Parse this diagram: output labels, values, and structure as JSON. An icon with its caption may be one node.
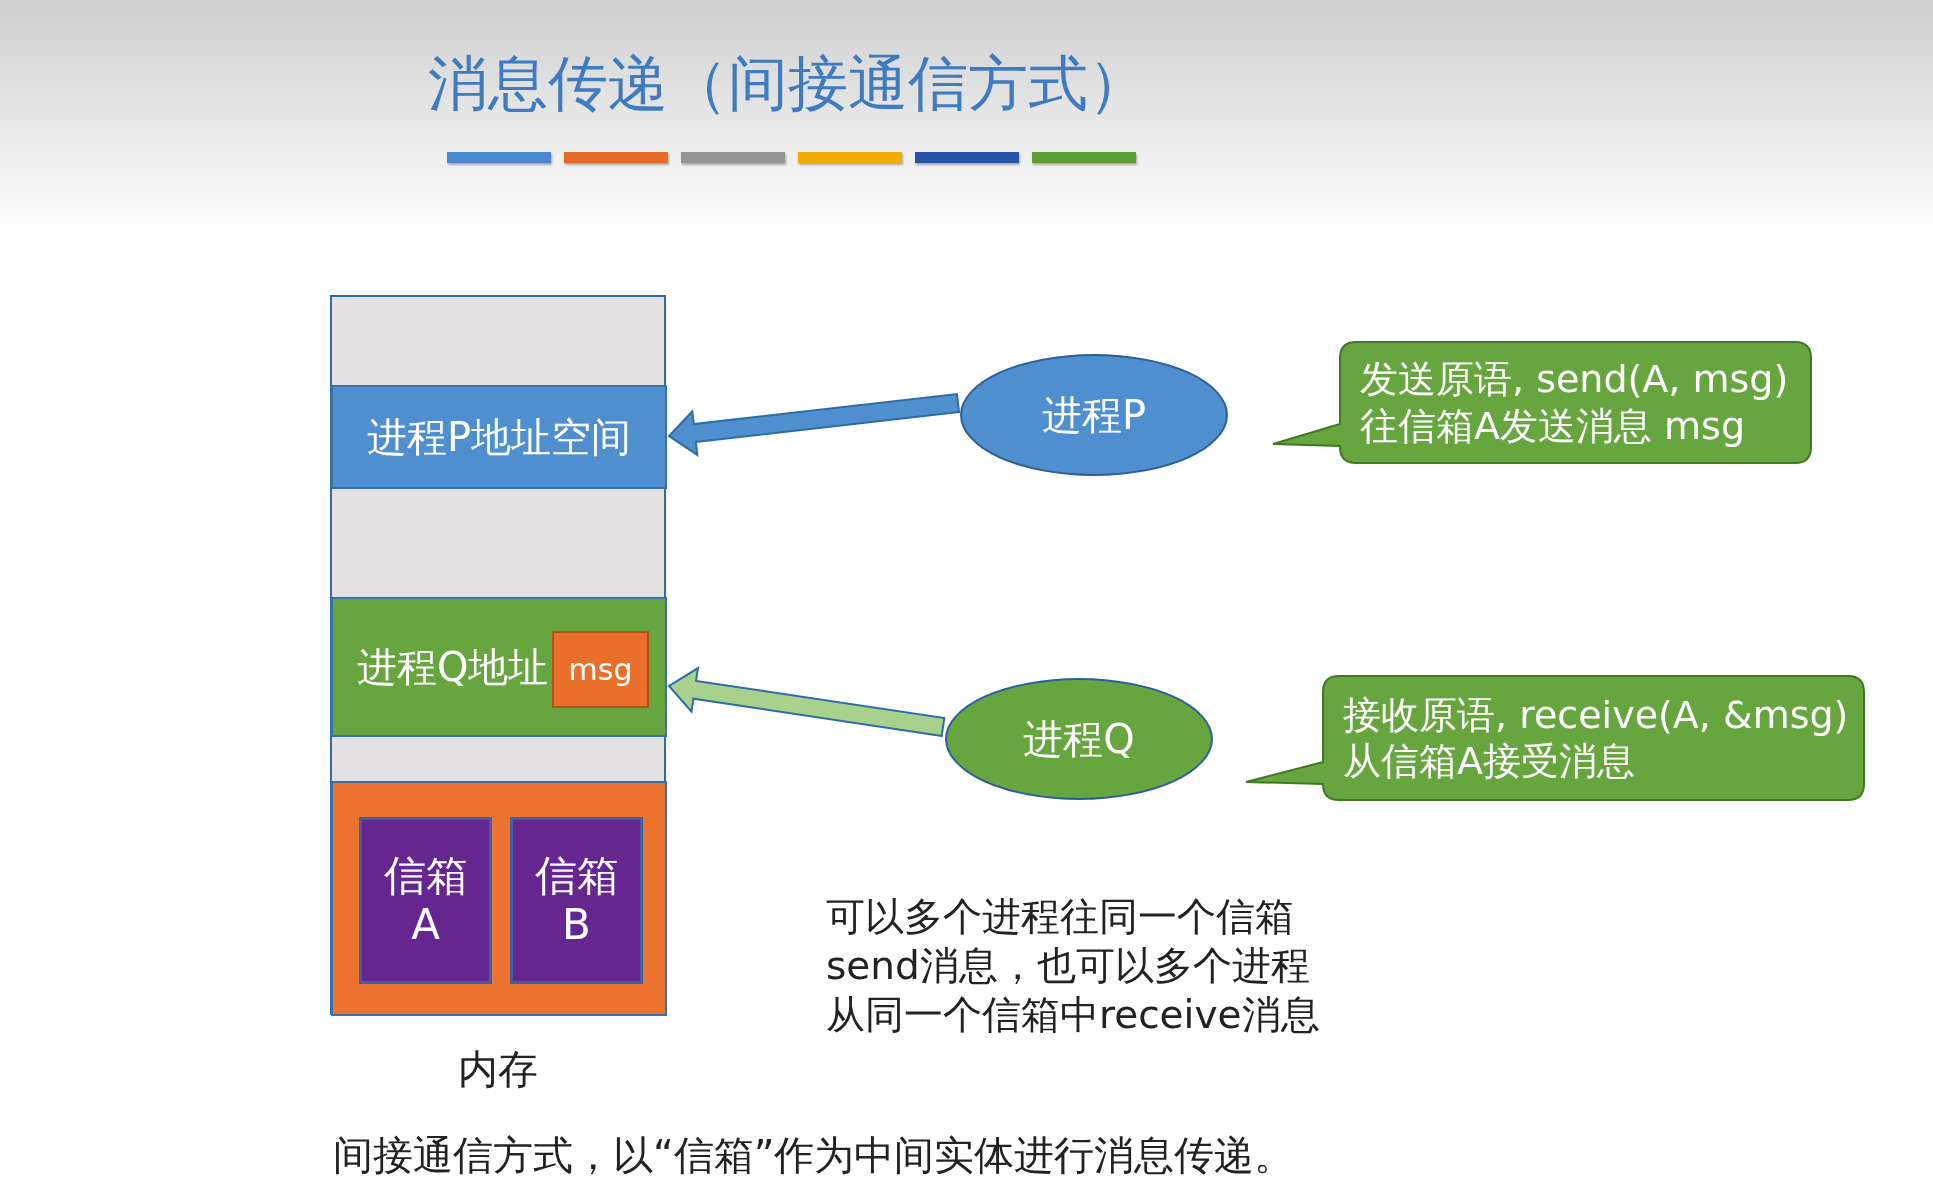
{
  "diagram": {
    "title": "消息传递（间接通信方式）",
    "caption": "间接通信方式，以“信箱”作为中间实体进行消息传递。",
    "nodes": [
      {
        "text": [],
        "shape": "box",
        "beside": [
          "内存"
        ]
      },
      {
        "text": [
          "进程P地址空间"
        ],
        "in": 0
      },
      {
        "text": [
          "进程Q地址"
        ],
        "in": 0
      },
      {
        "text": [
          "msg"
        ],
        "in": 2
      },
      {
        "text": [],
        "shape": "box",
        "in": 0
      },
      {
        "text": [
          "信箱A"
        ],
        "in": 4
      },
      {
        "text": [
          "信箱B"
        ],
        "in": 4
      },
      {
        "text": [
          "进程P"
        ]
      },
      {
        "text": [
          "进程Q"
        ]
      },
      {
        "text": [
          "发送原语, send(A, msg)",
          "往信箱A发送消息 msg"
        ]
      },
      {
        "text": [
          "接收原语, receive(A, &msg)",
          "从信箱A接受消息"
        ]
      }
    ],
    "edges": [
      {
        "from": 7,
        "to": 1,
        "arrow": "to",
        "color": "#4f8fd0"
      },
      {
        "from": 8,
        "to": 2,
        "arrow": "to",
        "color": "#a9d18e"
      }
    ],
    "labels": [
      "可以多个进程往同一个信箱send消息，也可以多个进程从同一个信箱中receive消息"
    ]
  }
}
